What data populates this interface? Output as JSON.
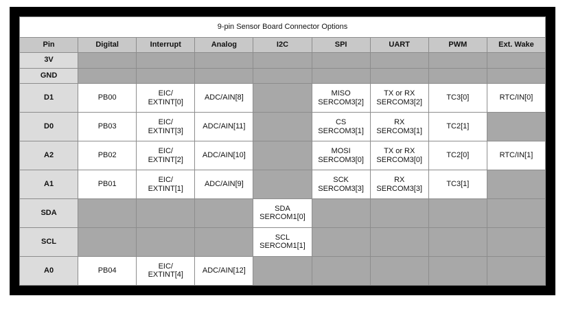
{
  "table": {
    "title": "9-pin Sensor Board Connector Options",
    "columns": [
      {
        "key": "pin",
        "label": "Pin"
      },
      {
        "key": "digital",
        "label": "Digital"
      },
      {
        "key": "interrupt",
        "label": "Interrupt"
      },
      {
        "key": "analog",
        "label": "Analog"
      },
      {
        "key": "i2c",
        "label": "I2C"
      },
      {
        "key": "spi",
        "label": "SPI"
      },
      {
        "key": "uart",
        "label": "UART"
      },
      {
        "key": "pwm",
        "label": "PWM"
      },
      {
        "key": "extwake",
        "label": "Ext. Wake"
      }
    ],
    "rows": [
      {
        "pin": "3V",
        "height": "small",
        "cells": [
          null,
          null,
          null,
          null,
          null,
          null,
          null,
          null
        ]
      },
      {
        "pin": "GND",
        "height": "small",
        "cells": [
          null,
          null,
          null,
          null,
          null,
          null,
          null,
          null
        ]
      },
      {
        "pin": "D1",
        "height": "tall",
        "cells": [
          [
            "PB00"
          ],
          [
            "EIC/",
            "EXTINT[0]"
          ],
          [
            "ADC/AIN[8]"
          ],
          null,
          [
            "MISO",
            "SERCOM3[2]"
          ],
          [
            "TX or RX",
            "SERCOM3[2]"
          ],
          [
            "TC3[0]"
          ],
          [
            "RTC/IN[0]"
          ]
        ]
      },
      {
        "pin": "D0",
        "height": "tall",
        "cells": [
          [
            "PB03"
          ],
          [
            "EIC/",
            "EXTINT[3]"
          ],
          [
            "ADC/AIN[11]"
          ],
          null,
          [
            "CS",
            "SERCOM3[1]"
          ],
          [
            "RX",
            "SERCOM3[1]"
          ],
          [
            "TC2[1]"
          ],
          null
        ]
      },
      {
        "pin": "A2",
        "height": "tall",
        "cells": [
          [
            "PB02"
          ],
          [
            "EIC/",
            "EXTINT[2]"
          ],
          [
            "ADC/AIN[10]"
          ],
          null,
          [
            "MOSI",
            "SERCOM3[0]"
          ],
          [
            "TX or RX",
            "SERCOM3[0]"
          ],
          [
            "TC2[0]"
          ],
          [
            "RTC/IN[1]"
          ]
        ]
      },
      {
        "pin": "A1",
        "height": "tall",
        "cells": [
          [
            "PB01"
          ],
          [
            "EIC/",
            "EXTINT[1]"
          ],
          [
            "ADC/AIN[9]"
          ],
          null,
          [
            "SCK",
            "SERCOM3[3]"
          ],
          [
            "RX",
            "SERCOM3[3]"
          ],
          [
            "TC3[1]"
          ],
          null
        ]
      },
      {
        "pin": "SDA",
        "height": "tall",
        "cells": [
          null,
          null,
          null,
          [
            "SDA",
            "SERCOM1[0]"
          ],
          null,
          null,
          null,
          null
        ]
      },
      {
        "pin": "SCL",
        "height": "tall",
        "cells": [
          null,
          null,
          null,
          [
            "SCL",
            "SERCOM1[1]"
          ],
          null,
          null,
          null,
          null
        ]
      },
      {
        "pin": "A0",
        "height": "tall",
        "cells": [
          [
            "PB04"
          ],
          [
            "EIC/",
            "EXTINT[4]"
          ],
          [
            "ADC/AIN[12]"
          ],
          null,
          null,
          null,
          null,
          null
        ]
      }
    ]
  },
  "colors": {
    "frame": "#000000",
    "header_bg": "#c8c8c8",
    "pin_bg": "#dcdcdc",
    "empty_bg": "#a8a8a8",
    "data_bg": "#ffffff",
    "gridline": "#8c8c8c"
  }
}
